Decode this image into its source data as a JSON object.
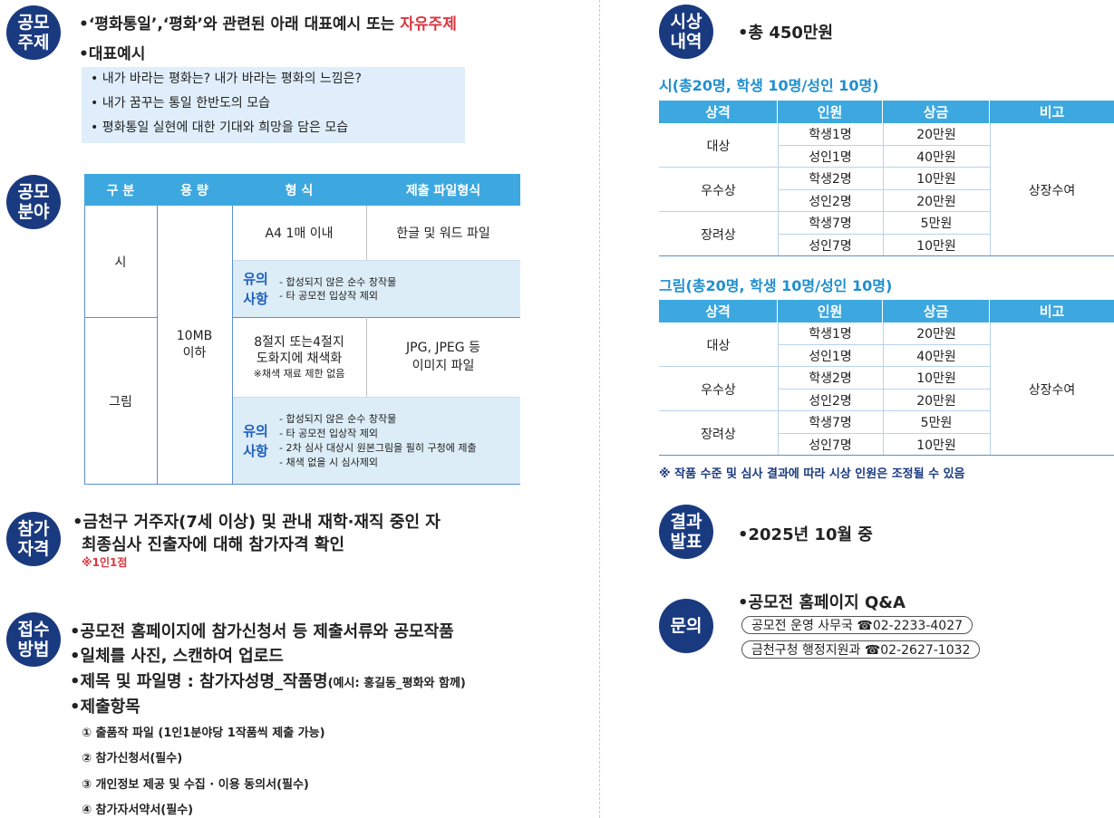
{
  "theme": {
    "navy": "#1a3a80",
    "header_blue": "#3da8e0",
    "note_bg": "#dcedf7",
    "accent_red": "#d9363e",
    "title_blue": "#1f8fd0"
  },
  "topic": {
    "badge": [
      "공모",
      "주제"
    ],
    "line1_prefix": "•‘평화통일’,‘평화’와 관련된 아래 대표예시 또는 ",
    "line1_highlight": "자유주제",
    "line2": "•대표예시",
    "examples": [
      "• 내가 바라는 평화는? 내가 바라는 평화의 느낌은?",
      "• 내가 꿈꾸는 통일 한반도의 모습",
      "• 평화통일 실현에 대한 기대와 희망을 담은 모습"
    ]
  },
  "field": {
    "badge": [
      "공모",
      "분야"
    ],
    "headers": [
      "구 분",
      "용 량",
      "형 식",
      "제출 파일형식"
    ],
    "poem_label": "시",
    "drawing_label": "그림",
    "capacity": [
      "10MB",
      "이하"
    ],
    "poem_format": "A4 1매 이내",
    "poem_filetype": "한글 및 워드 파일",
    "note_label": [
      "유의",
      "사항"
    ],
    "poem_notes": [
      "- 합성되지 않은 순수 창작물",
      "- 타 공모전 입상작 제외"
    ],
    "drawing_format": [
      "8절지 또는4절지",
      "도화지에 채색화",
      "※채색 재료 제한 없음"
    ],
    "drawing_filetype": [
      "JPG, JPEG 등",
      "이미지 파일"
    ],
    "drawing_notes": [
      "- 합성되지 않은 순수 창작물",
      "- 타 공모전 입상작 제외",
      "- 2차 심사 대상시 원본그림을 필히 구청에 제출",
      "- 채색 없을 시 심사제외"
    ]
  },
  "eligibility": {
    "badge": [
      "참가",
      "자격"
    ],
    "line1": "•금천구 거주자(7세 이상) 및 관내 재학·재직 중인 자",
    "line2": "최종심사 진출자에 대해 참가자격 확인",
    "note": "※1인1점"
  },
  "method": {
    "badge": [
      "접수",
      "방법"
    ],
    "lines": [
      "•공모전 홈페이지에 참가신청서 등 제출서류와 공모작품",
      "•일체를 사진, 스캔하여 업로드",
      "•제목 및 파일명 : 참가자성명_작품명"
    ],
    "example": "(예시: 홍길동_평화와 함께)",
    "items_title": "•제출항목",
    "items": [
      "① 출품작 파일 (1인1분야당 1작품씩 제출 가능)",
      "② 참가신청서(필수)",
      "③ 개인정보 제공 및 수집 · 이용 동의서(필수)",
      "④ 참가자서약서(필수)"
    ]
  },
  "awards": {
    "badge": [
      "시상",
      "내역"
    ],
    "total": "•총 450만원",
    "headers": [
      "상격",
      "인원",
      "상금",
      "비고"
    ],
    "note_value": "상장수여",
    "poem_title": "시(총20명, 학생 10명/성인 10명)",
    "drawing_title": "그림(총20명, 학생 10명/성인 10명)",
    "poem": [
      {
        "grade": "대상",
        "rows": [
          [
            "학생1명",
            "20만원"
          ],
          [
            "성인1명",
            "40만원"
          ]
        ]
      },
      {
        "grade": "우수상",
        "rows": [
          [
            "학생2명",
            "10만원"
          ],
          [
            "성인2명",
            "20만원"
          ]
        ]
      },
      {
        "grade": "장려상",
        "rows": [
          [
            "학생7명",
            "5만원"
          ],
          [
            "성인7명",
            "10만원"
          ]
        ]
      }
    ],
    "drawing": [
      {
        "grade": "대상",
        "rows": [
          [
            "학생1명",
            "20만원"
          ],
          [
            "성인1명",
            "40만원"
          ]
        ]
      },
      {
        "grade": "우수상",
        "rows": [
          [
            "학생2명",
            "10만원"
          ],
          [
            "성인2명",
            "20만원"
          ]
        ]
      },
      {
        "grade": "장려상",
        "rows": [
          [
            "학생7명",
            "5만원"
          ],
          [
            "성인7명",
            "10만원"
          ]
        ]
      }
    ],
    "footnote": "※ 작품 수준 및 심사 결과에 따라 시상 인원은 조정될 수 있음"
  },
  "result": {
    "badge": [
      "결과",
      "발표"
    ],
    "text": "•2025년 10월 중"
  },
  "contact": {
    "badge": [
      "문의"
    ],
    "title": "•공모전 홈페이지 Q&A",
    "contacts": [
      "공모전 운영 사무국  ☎02-2233-4027",
      "금천구청 행정지원과  ☎02-2627-1032"
    ]
  }
}
